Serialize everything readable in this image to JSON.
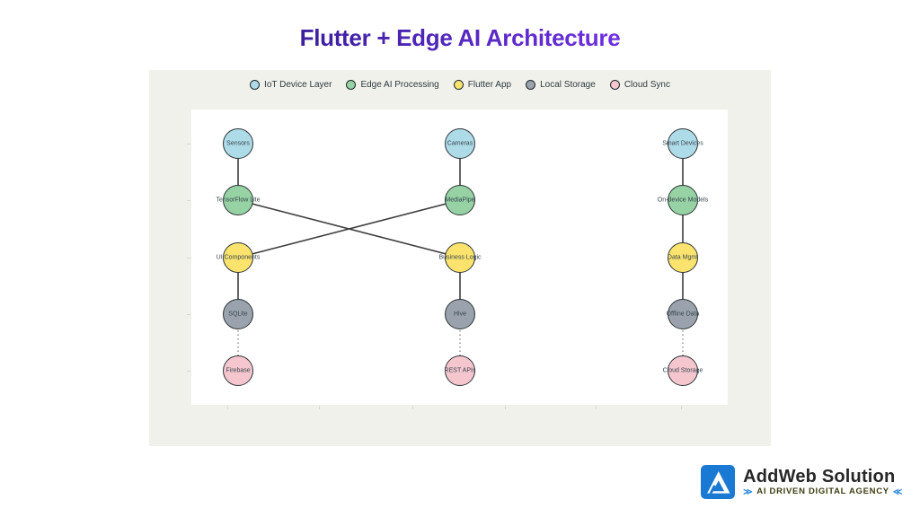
{
  "title": {
    "text": "Flutter + Edge AI Architecture",
    "gradient": [
      "#17112b",
      "#3c1f9e",
      "#6d2fe0",
      "#8b5cf6"
    ]
  },
  "legend": [
    {
      "label": "IoT Device Layer",
      "color": "#aedbe8"
    },
    {
      "label": "Edge AI Processing",
      "color": "#96d2a3"
    },
    {
      "label": "Flutter App",
      "color": "#fbe36e"
    },
    {
      "label": "Local Storage",
      "color": "#9aa3ad"
    },
    {
      "label": "Cloud Sync",
      "color": "#f6c6cf"
    }
  ],
  "diagram": {
    "nodes": [
      {
        "id": "sensors",
        "label": "Sensors",
        "col": 0,
        "row": 0,
        "cat": 0
      },
      {
        "id": "cameras",
        "label": "Cameras",
        "col": 1,
        "row": 0,
        "cat": 0
      },
      {
        "id": "smart-devices",
        "label": "Smart Devices",
        "col": 2,
        "row": 0,
        "cat": 0
      },
      {
        "id": "tensorflow-lite",
        "label": "TensorFlow Lite",
        "col": 0,
        "row": 1,
        "cat": 1
      },
      {
        "id": "mediapipe",
        "label": "MediaPipe",
        "col": 1,
        "row": 1,
        "cat": 1
      },
      {
        "id": "on-device-models",
        "label": "On-device Models",
        "col": 2,
        "row": 1,
        "cat": 1
      },
      {
        "id": "ui-components",
        "label": "UI Components",
        "col": 0,
        "row": 2,
        "cat": 2
      },
      {
        "id": "business-logic",
        "label": "Business Logic",
        "col": 1,
        "row": 2,
        "cat": 2
      },
      {
        "id": "data-mgmt",
        "label": "Data Mgmt",
        "col": 2,
        "row": 2,
        "cat": 2
      },
      {
        "id": "sqlite",
        "label": "SQLite",
        "col": 0,
        "row": 3,
        "cat": 3
      },
      {
        "id": "hive",
        "label": "Hive",
        "col": 1,
        "row": 3,
        "cat": 3
      },
      {
        "id": "offline-data",
        "label": "Offline Data",
        "col": 2,
        "row": 3,
        "cat": 3
      },
      {
        "id": "firebase",
        "label": "Firebase",
        "col": 0,
        "row": 4,
        "cat": 4
      },
      {
        "id": "rest-apis",
        "label": "REST APIs",
        "col": 1,
        "row": 4,
        "cat": 4
      },
      {
        "id": "cloud-storage",
        "label": "Cloud Storage",
        "col": 2,
        "row": 4,
        "cat": 4
      }
    ],
    "edges": [
      {
        "from": "sensors",
        "to": "tensorflow-lite",
        "style": "solid"
      },
      {
        "from": "cameras",
        "to": "mediapipe",
        "style": "solid"
      },
      {
        "from": "smart-devices",
        "to": "on-device-models",
        "style": "solid"
      },
      {
        "from": "tensorflow-lite",
        "to": "business-logic",
        "style": "solid"
      },
      {
        "from": "mediapipe",
        "to": "ui-components",
        "style": "solid"
      },
      {
        "from": "on-device-models",
        "to": "data-mgmt",
        "style": "solid"
      },
      {
        "from": "ui-components",
        "to": "sqlite",
        "style": "solid"
      },
      {
        "from": "business-logic",
        "to": "hive",
        "style": "solid"
      },
      {
        "from": "data-mgmt",
        "to": "offline-data",
        "style": "solid"
      },
      {
        "from": "sqlite",
        "to": "firebase",
        "style": "dotted"
      },
      {
        "from": "hive",
        "to": "rest-apis",
        "style": "dotted"
      },
      {
        "from": "offline-data",
        "to": "cloud-storage",
        "style": "dotted"
      }
    ]
  },
  "brand": {
    "name": "AddWeb Solution",
    "tagline": "AI DRIVEN DIGITAL AGENCY",
    "wing_left": "≫",
    "wing_right": "≪",
    "icon_color": "#1a79d2",
    "name_color": "#272727",
    "tagline_color": "#3c3c12",
    "wing_color": "#2a8ae0"
  },
  "colors": {
    "panel_bg": "#f0f1ea",
    "plot_bg": "#ffffff",
    "node_border": "#2d3436",
    "node_label": "#37474f",
    "edge": "#3d3d3d",
    "edge_dotted": "#9a9a9a",
    "legend_label": "#2e3940",
    "legend_marker_border": "#20262b"
  }
}
